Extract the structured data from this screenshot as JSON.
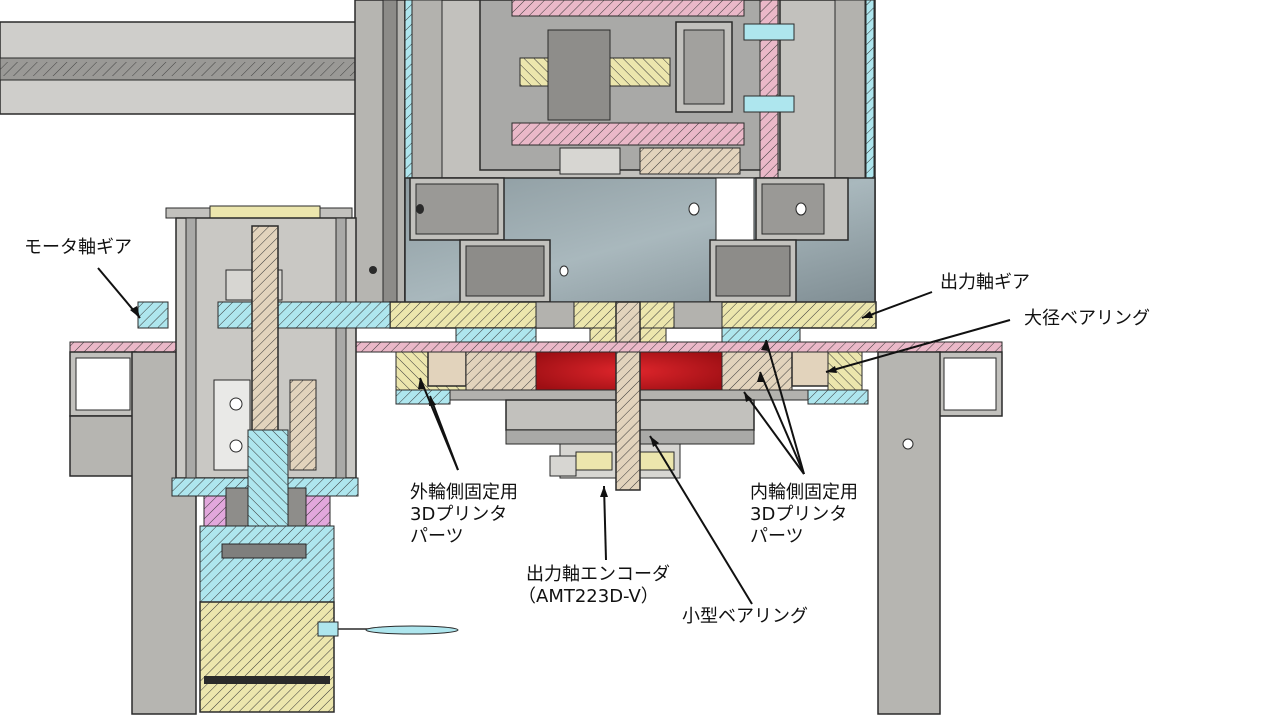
{
  "labels": {
    "motor_gear": "モータ軸ギア",
    "output_gear": "出力軸ギア",
    "large_bearing": "大径ベアリング",
    "outer_ring_part": [
      "外輪側固定用",
      "3Dプリンタ",
      "パーツ"
    ],
    "inner_ring_part": [
      "内輪側固定用",
      "3Dプリンタ",
      "パーツ"
    ],
    "encoder": [
      "出力軸エンコーダ",
      "（AMT223D-V）"
    ],
    "small_bearing": "小型ベアリング"
  },
  "colors": {
    "steel": "#a9a9a7",
    "steel_light": "#c2c1bd",
    "steel_dark": "#7f7f7d",
    "pla_yellow": "#ece6ad",
    "pla_pink": "#eab8c8",
    "pla_cyan": "#aee6ee",
    "rubber_red": "#c0141a",
    "tan": "#e2d3bc",
    "magenta": "#e2a7dc",
    "line": "#2a2a2a"
  }
}
